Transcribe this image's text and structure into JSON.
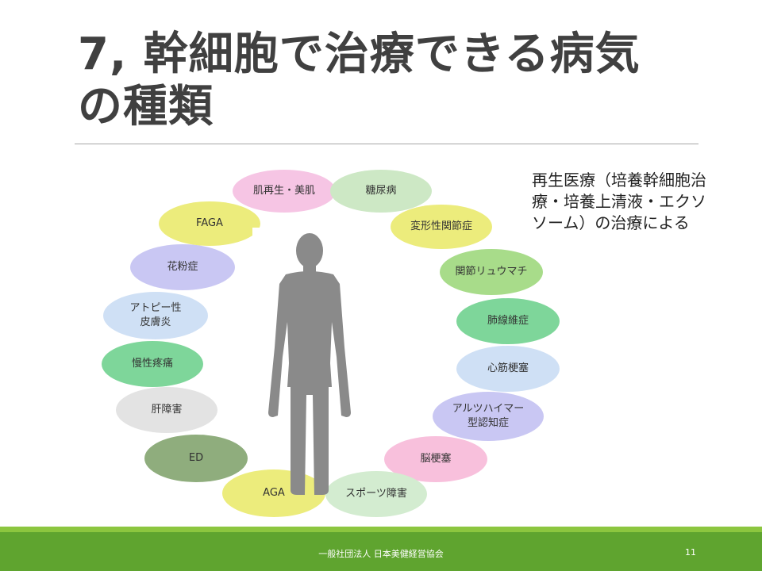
{
  "slide": {
    "title_line1": "7, 幹細胞で治療できる病気",
    "title_line2": "の種類",
    "note": "再生医療（培養幹細胞治療・培養上清液・エクソソーム）の治療による",
    "footer": "一般社団法人 日本美健経営協会",
    "page_number": "11"
  },
  "diseases": [
    {
      "label": "肌再生・美肌",
      "color": "#f6c5e4"
    },
    {
      "label": "糖尿病",
      "color": "#cde8c5"
    },
    {
      "label": "変形性関節症",
      "color": "#ecec7c"
    },
    {
      "label": "関節リュウマチ",
      "color": "#a8dc8a"
    },
    {
      "label": "肺線維症",
      "color": "#7ed69a"
    },
    {
      "label": "心筋梗塞",
      "color": "#cfe0f5"
    },
    {
      "label": "アルツハイマー\n型認知症",
      "color": "#c9c7f3"
    },
    {
      "label": "脳梗塞",
      "color": "#f8c0dc"
    },
    {
      "label": "スポーツ障害",
      "color": "#d3ecd0"
    },
    {
      "label": "AGA",
      "color": "#ecec7c"
    },
    {
      "label": "ED",
      "color": "#8fad7d"
    },
    {
      "label": "肝障害",
      "color": "#e3e3e3"
    },
    {
      "label": "慢性疼痛",
      "color": "#7ed69a"
    },
    {
      "label": "アトピー性\n皮膚炎",
      "color": "#cfe0f5"
    },
    {
      "label": "花粉症",
      "color": "#c9c7f3"
    },
    {
      "label": "FAGA",
      "color": "#ecec7c"
    }
  ]
}
